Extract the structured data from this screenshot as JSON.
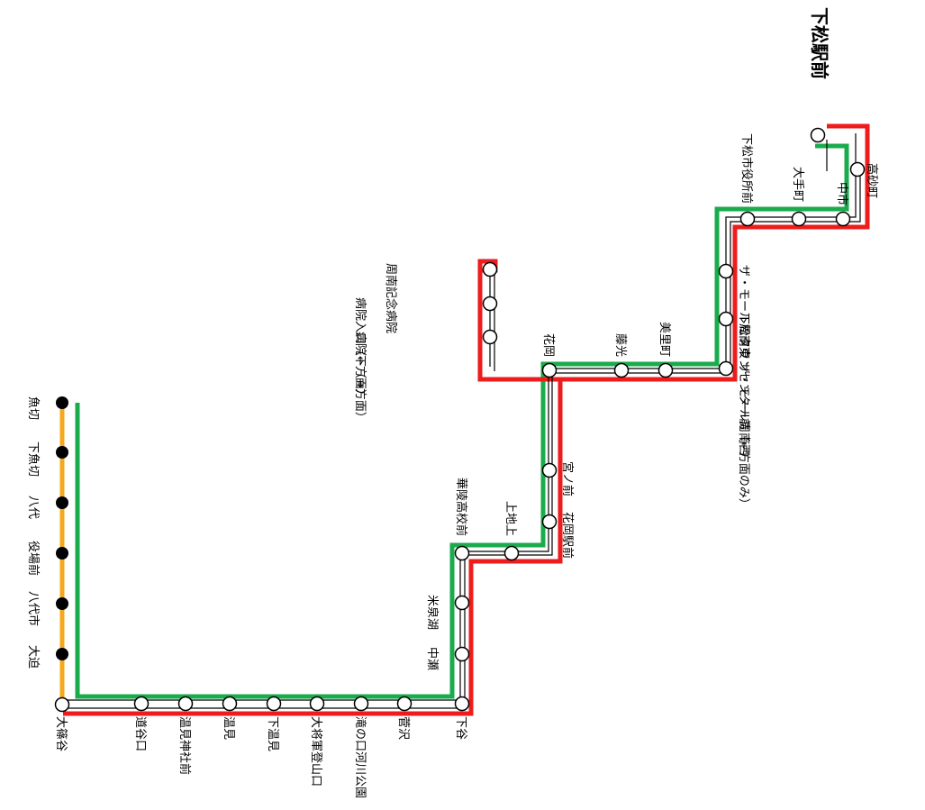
{
  "colors": {
    "red_route": "#ee1c1c",
    "green_route": "#1aab4c",
    "orange_route": "#f4a81a",
    "track": "#000000",
    "station_fill": "#ffffff",
    "station_outline": "#000000",
    "branch_station_fill": "#000000"
  },
  "stations": {
    "oshinoya": "大篠谷",
    "michitaniguchi": "道谷口",
    "onmijinja": "温見神社前",
    "onmi": "温見",
    "shimoonmi": "下温見",
    "taishoguntozanguchi": "大将軍登山口",
    "takinokuchi": "滝の口河川公園",
    "sugasawa": "菅沢",
    "shimotani": "下谷",
    "nakase": "中瀬",
    "yoneizumiko": "米泉湖",
    "karyokokomae": "華陵高校前",
    "kamijijo": "上地上",
    "hanaokaekimae": "花岡駅前",
    "miyanomae": "宮ノ前",
    "hanaoka": "花岡",
    "fujimitsu": "藤光",
    "misatocho": "美里町",
    "byoinshita": "病院下（→方面）",
    "byoiniriguchi": "病院入口（←方面）",
    "shunan_kinen": "周南記念病院",
    "mall_nishi": "ザ・モール周南西",
    "towncenter": "下松タウンセンター前（←方面のみ）",
    "mall_higashi": "ザ・モール周南東",
    "shiyakusho": "下松市役所前",
    "otemachi": "大手町",
    "nakaichi": "中市",
    "takasagocho": "高砂町",
    "kudamatsu_eki": "下松駅前"
  },
  "branch_stations": {
    "osako": "大迫",
    "yashiroichi": "八代市",
    "yakubamae": "役場前",
    "yashiro": "八代",
    "shimouokiri": "下魚切",
    "uokiri": "魚切"
  }
}
